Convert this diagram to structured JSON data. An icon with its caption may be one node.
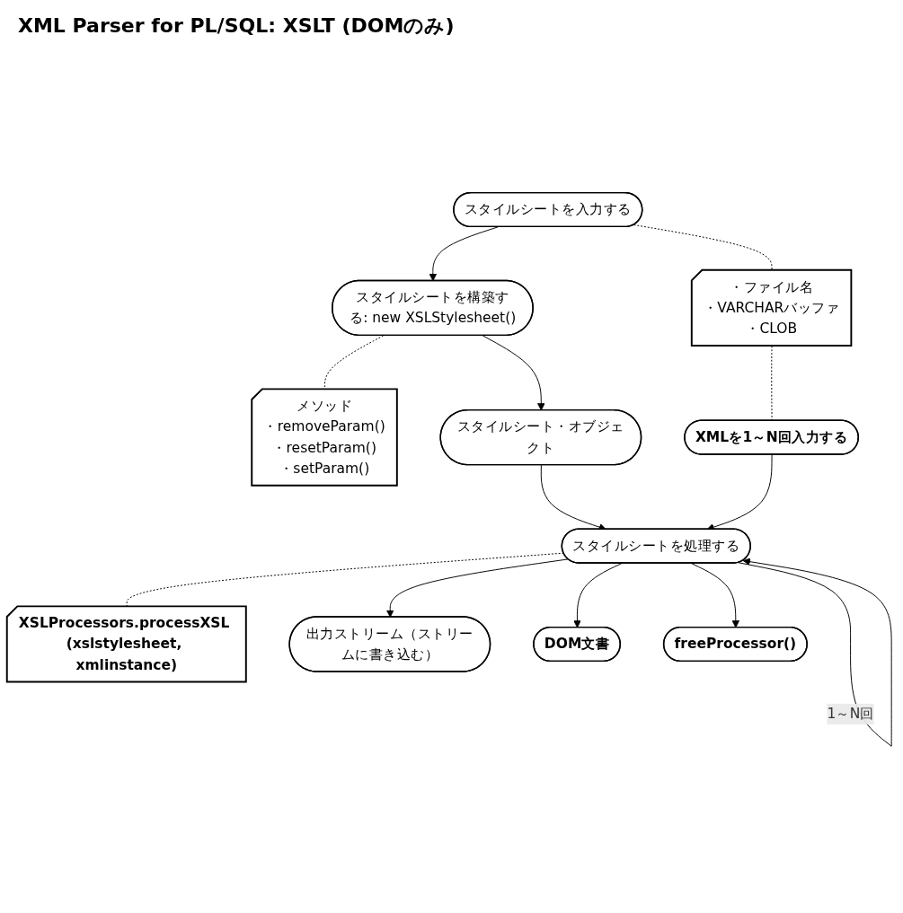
{
  "diagram": {
    "title": "XML Parser for PL/SQL: XSLT (DOMのみ)",
    "nodes": [
      {
        "text": [
          "スタイルシートを入力する"
        ]
      },
      {
        "text": [
          "スタイルシートを構築する: new XSLStylesheet()"
        ]
      },
      {
        "text": [
          "メソッド",
          "・removeParam()",
          "・resetParam()",
          "・setParam()"
        ]
      },
      {
        "text": [
          "・ファイル名",
          "・VARCHARバッファ",
          "・CLOB"
        ]
      },
      {
        "text": [
          "XMLを1～N回入力する"
        ]
      },
      {
        "text": [
          "スタイルシート・オブジェクト"
        ]
      },
      {
        "text": [
          "スタイルシートを処理する"
        ]
      },
      {
        "text": [
          "XSLProcessors.processXSL (xslstylesheet, xmlinstance)"
        ]
      },
      {
        "text": [
          "出力ストリーム（ストリームに書き込む）"
        ]
      },
      {
        "text": [
          "DOM文書"
        ]
      },
      {
        "text": [
          "freeProcessor()"
        ]
      }
    ],
    "edges": [
      {
        "from": 0,
        "to": 1,
        "arrow": "to"
      },
      {
        "from": 1,
        "to": 2,
        "arrow": "none",
        "style": "dashed"
      },
      {
        "from": 0,
        "to": 3,
        "arrow": "none",
        "style": "dashed"
      },
      {
        "from": 3,
        "to": 4,
        "arrow": "none",
        "style": "dashed"
      },
      {
        "from": 1,
        "to": 5,
        "arrow": "to"
      },
      {
        "from": 5,
        "to": 6,
        "arrow": "to"
      },
      {
        "from": 4,
        "to": 6,
        "arrow": "to"
      },
      {
        "from": 6,
        "to": 6,
        "arrow": "to",
        "label": "1～N回"
      },
      {
        "from": 6,
        "to": 7,
        "arrow": "none",
        "style": "dashed"
      },
      {
        "from": 6,
        "to": 8,
        "arrow": "to"
      },
      {
        "from": 6,
        "to": 9,
        "arrow": "to"
      },
      {
        "from": 6,
        "to": 10,
        "arrow": "to"
      }
    ]
  }
}
